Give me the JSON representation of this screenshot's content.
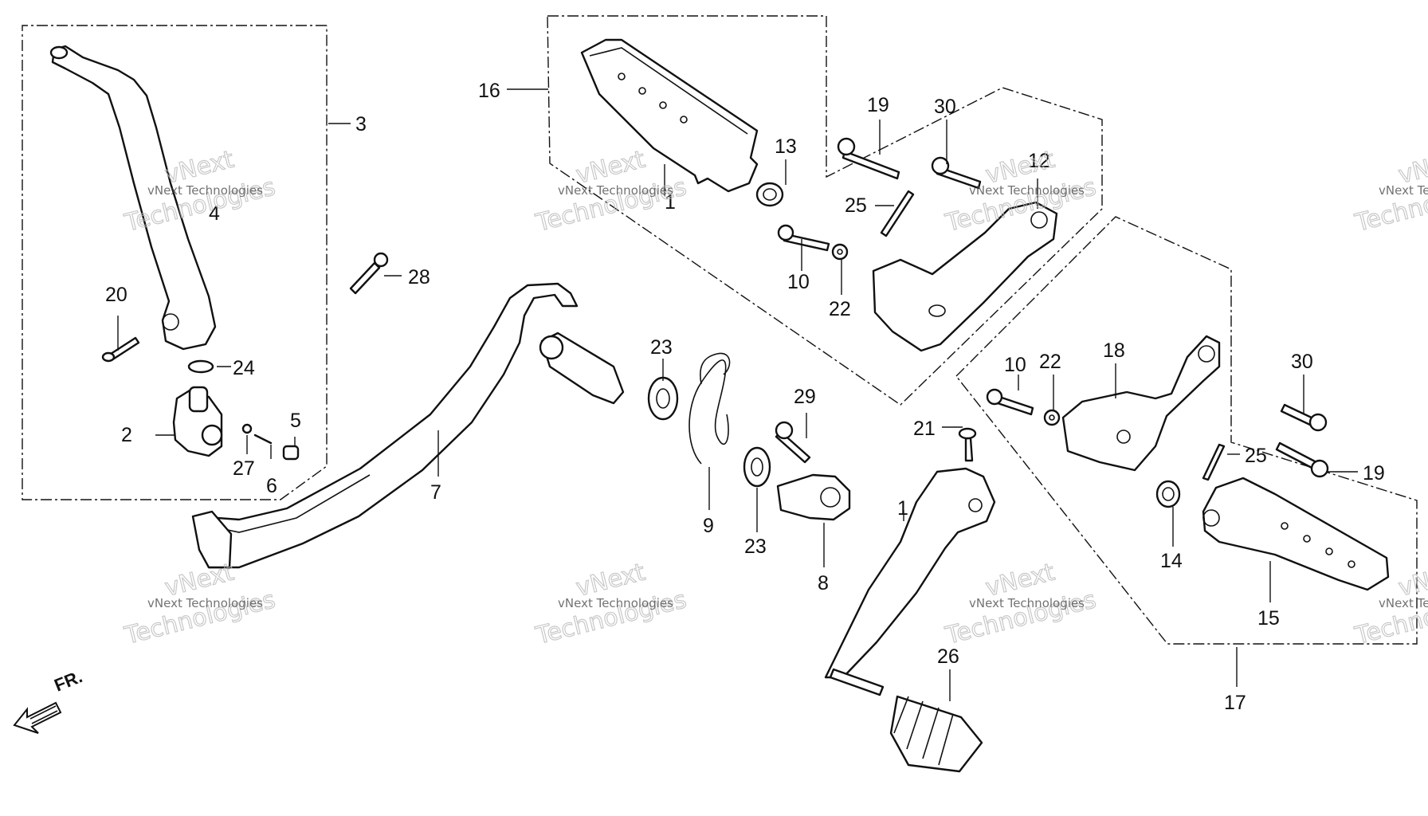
{
  "labels": {
    "l1a": "1",
    "l1b": "1",
    "l2": "2",
    "l3": "3",
    "l4": "4",
    "l5": "5",
    "l6": "6",
    "l7": "7",
    "l8": "8",
    "l9": "9",
    "l10a": "10",
    "l10b": "10",
    "l12": "12",
    "l13": "13",
    "l14": "14",
    "l15": "15",
    "l16": "16",
    "l17": "17",
    "l18": "18",
    "l19a": "19",
    "l19b": "19",
    "l20": "20",
    "l21": "21",
    "l22a": "22",
    "l22b": "22",
    "l23a": "23",
    "l23b": "23",
    "l24": "24",
    "l25a": "25",
    "l25b": "25",
    "l26": "26",
    "l27": "27",
    "l28": "28",
    "l29": "29",
    "l30a": "30",
    "l30b": "30"
  },
  "direction": "FR.",
  "watermark": {
    "line1": "vNext",
    "line2": "Technologies",
    "small": "vNext Technologies"
  }
}
